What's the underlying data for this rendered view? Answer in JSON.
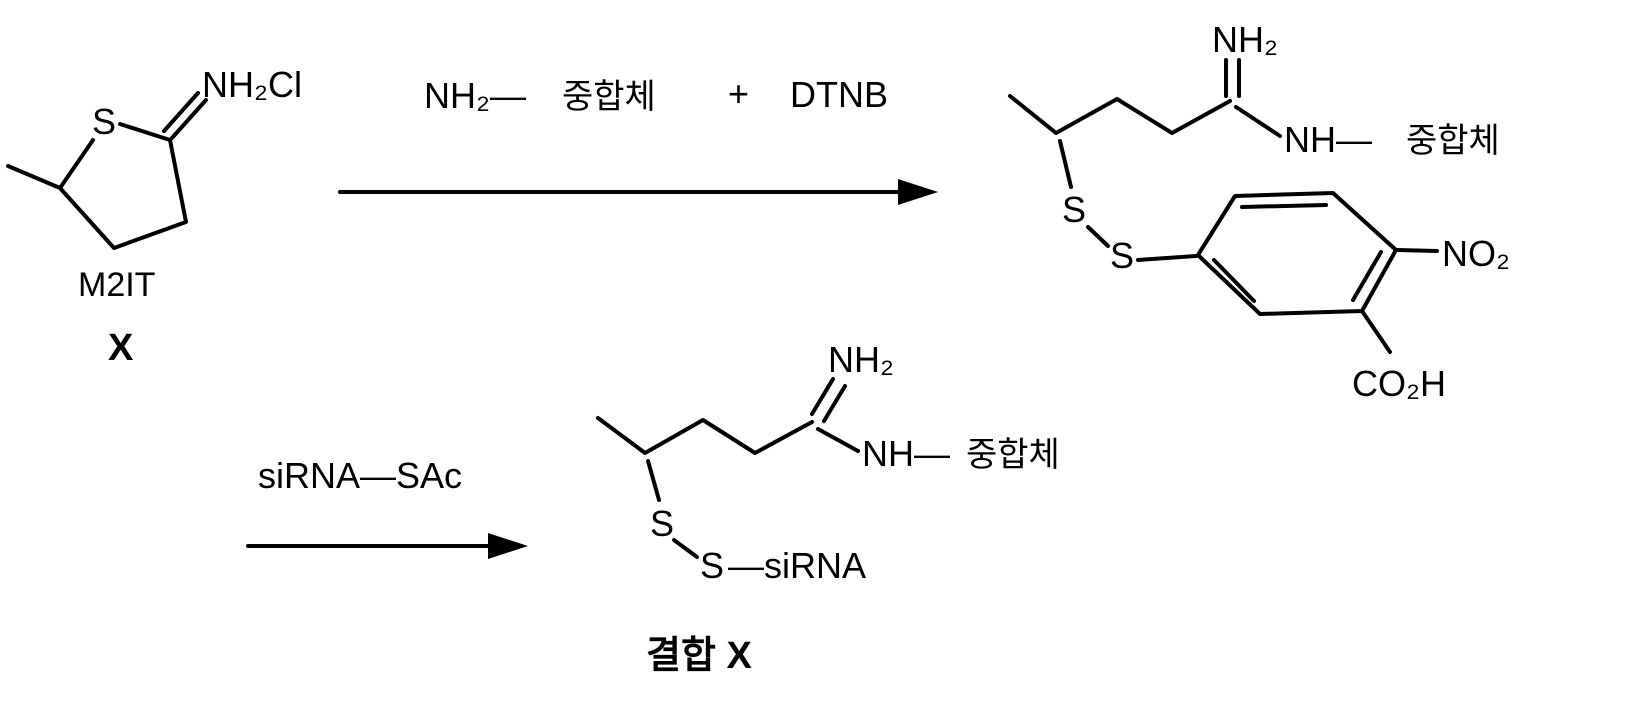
{
  "colors": {
    "ink": "#000000",
    "background": "#ffffff"
  },
  "reactant": {
    "ring_sulfur": "S",
    "iminium_group": "NH₂Cl",
    "name": "M2IT",
    "designation": "X"
  },
  "step1": {
    "reagent_amine": "NH₂—",
    "reagent_polymer": "중합체",
    "plus_sign": "+",
    "reagent_dtnb": "DTNB"
  },
  "product1": {
    "amidine_nh2": "NH₂",
    "amide_nh": "NH—",
    "polymer": "중합체",
    "sulfur_1": "S",
    "sulfur_2": "S",
    "nitro_group": "NO₂",
    "carboxyl_group": "CO₂H"
  },
  "step2": {
    "reagent": "siRNA—SAc"
  },
  "product2": {
    "amidine_nh2": "NH₂",
    "amide_nh": "NH—",
    "polymer": "중합체",
    "sulfur_1": "S",
    "sulfur_2": "S",
    "sirna": "—siRNA"
  },
  "caption": "결합 X"
}
